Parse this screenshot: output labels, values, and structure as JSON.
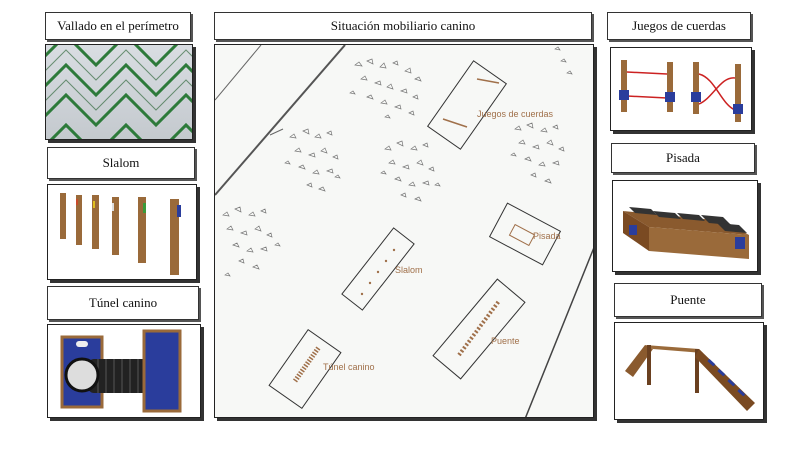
{
  "center": {
    "title": "Situación mobiliario canino",
    "labels": {
      "juegos": "Juegos de cuerdas",
      "pisada": "Pisada",
      "slalom": "Slalom",
      "puente": "Puente",
      "tunel": "Túnel canino"
    }
  },
  "left": {
    "vallado": "Vallado en el perímetro",
    "slalom": "Slalom",
    "tunel": "Túnel canino"
  },
  "right": {
    "juegos": "Juegos de cuerdas",
    "pisada": "Pisada",
    "puente": "Puente"
  },
  "colors": {
    "wood": "#9a6a3a",
    "blue": "#2a3d9c",
    "fence": "#2d7a3a",
    "plan_text": "#a0704a"
  }
}
